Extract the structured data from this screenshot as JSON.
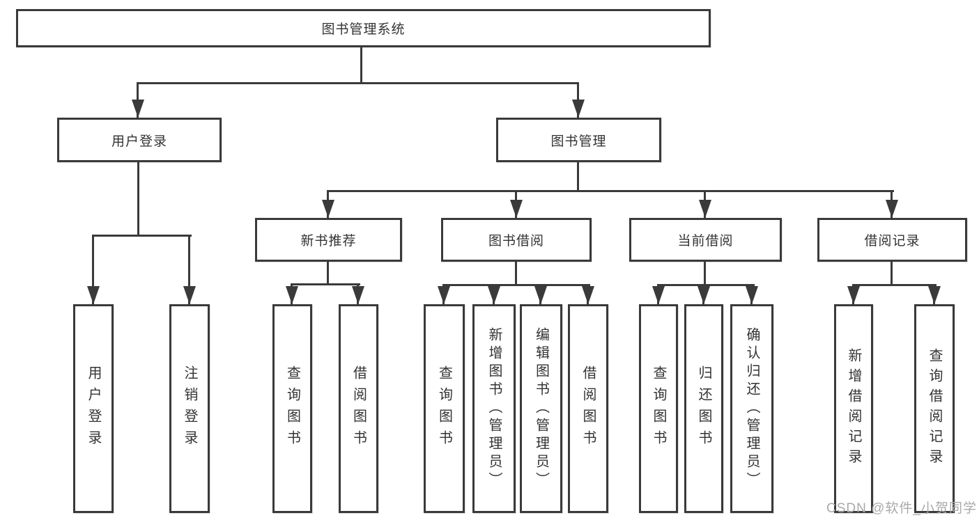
{
  "tree": {
    "root": "图书管理系统",
    "branches": [
      {
        "label": "用户登录",
        "children": [
          "用户登录",
          "注销登录"
        ]
      },
      {
        "label": "图书管理",
        "groups": [
          {
            "label": "新书推荐",
            "children": [
              "查询图书",
              "借阅图书"
            ]
          },
          {
            "label": "图书借阅",
            "children": [
              "查询图书",
              "新增图书（管理员）",
              "编辑图书（管理员）",
              "借阅图书"
            ]
          },
          {
            "label": "当前借阅",
            "children": [
              "查询图书",
              "归还图书",
              "确认归还（管理员）"
            ]
          },
          {
            "label": "借阅记录",
            "children": [
              "新增借阅记录",
              "查询借阅记录"
            ]
          }
        ]
      }
    ]
  },
  "watermark": "CSDN @软件_小贺同学",
  "colors": {
    "line": "#3a3a3a",
    "text": "#333333",
    "watermark": "#a9a9a9",
    "background": "#ffffff"
  }
}
